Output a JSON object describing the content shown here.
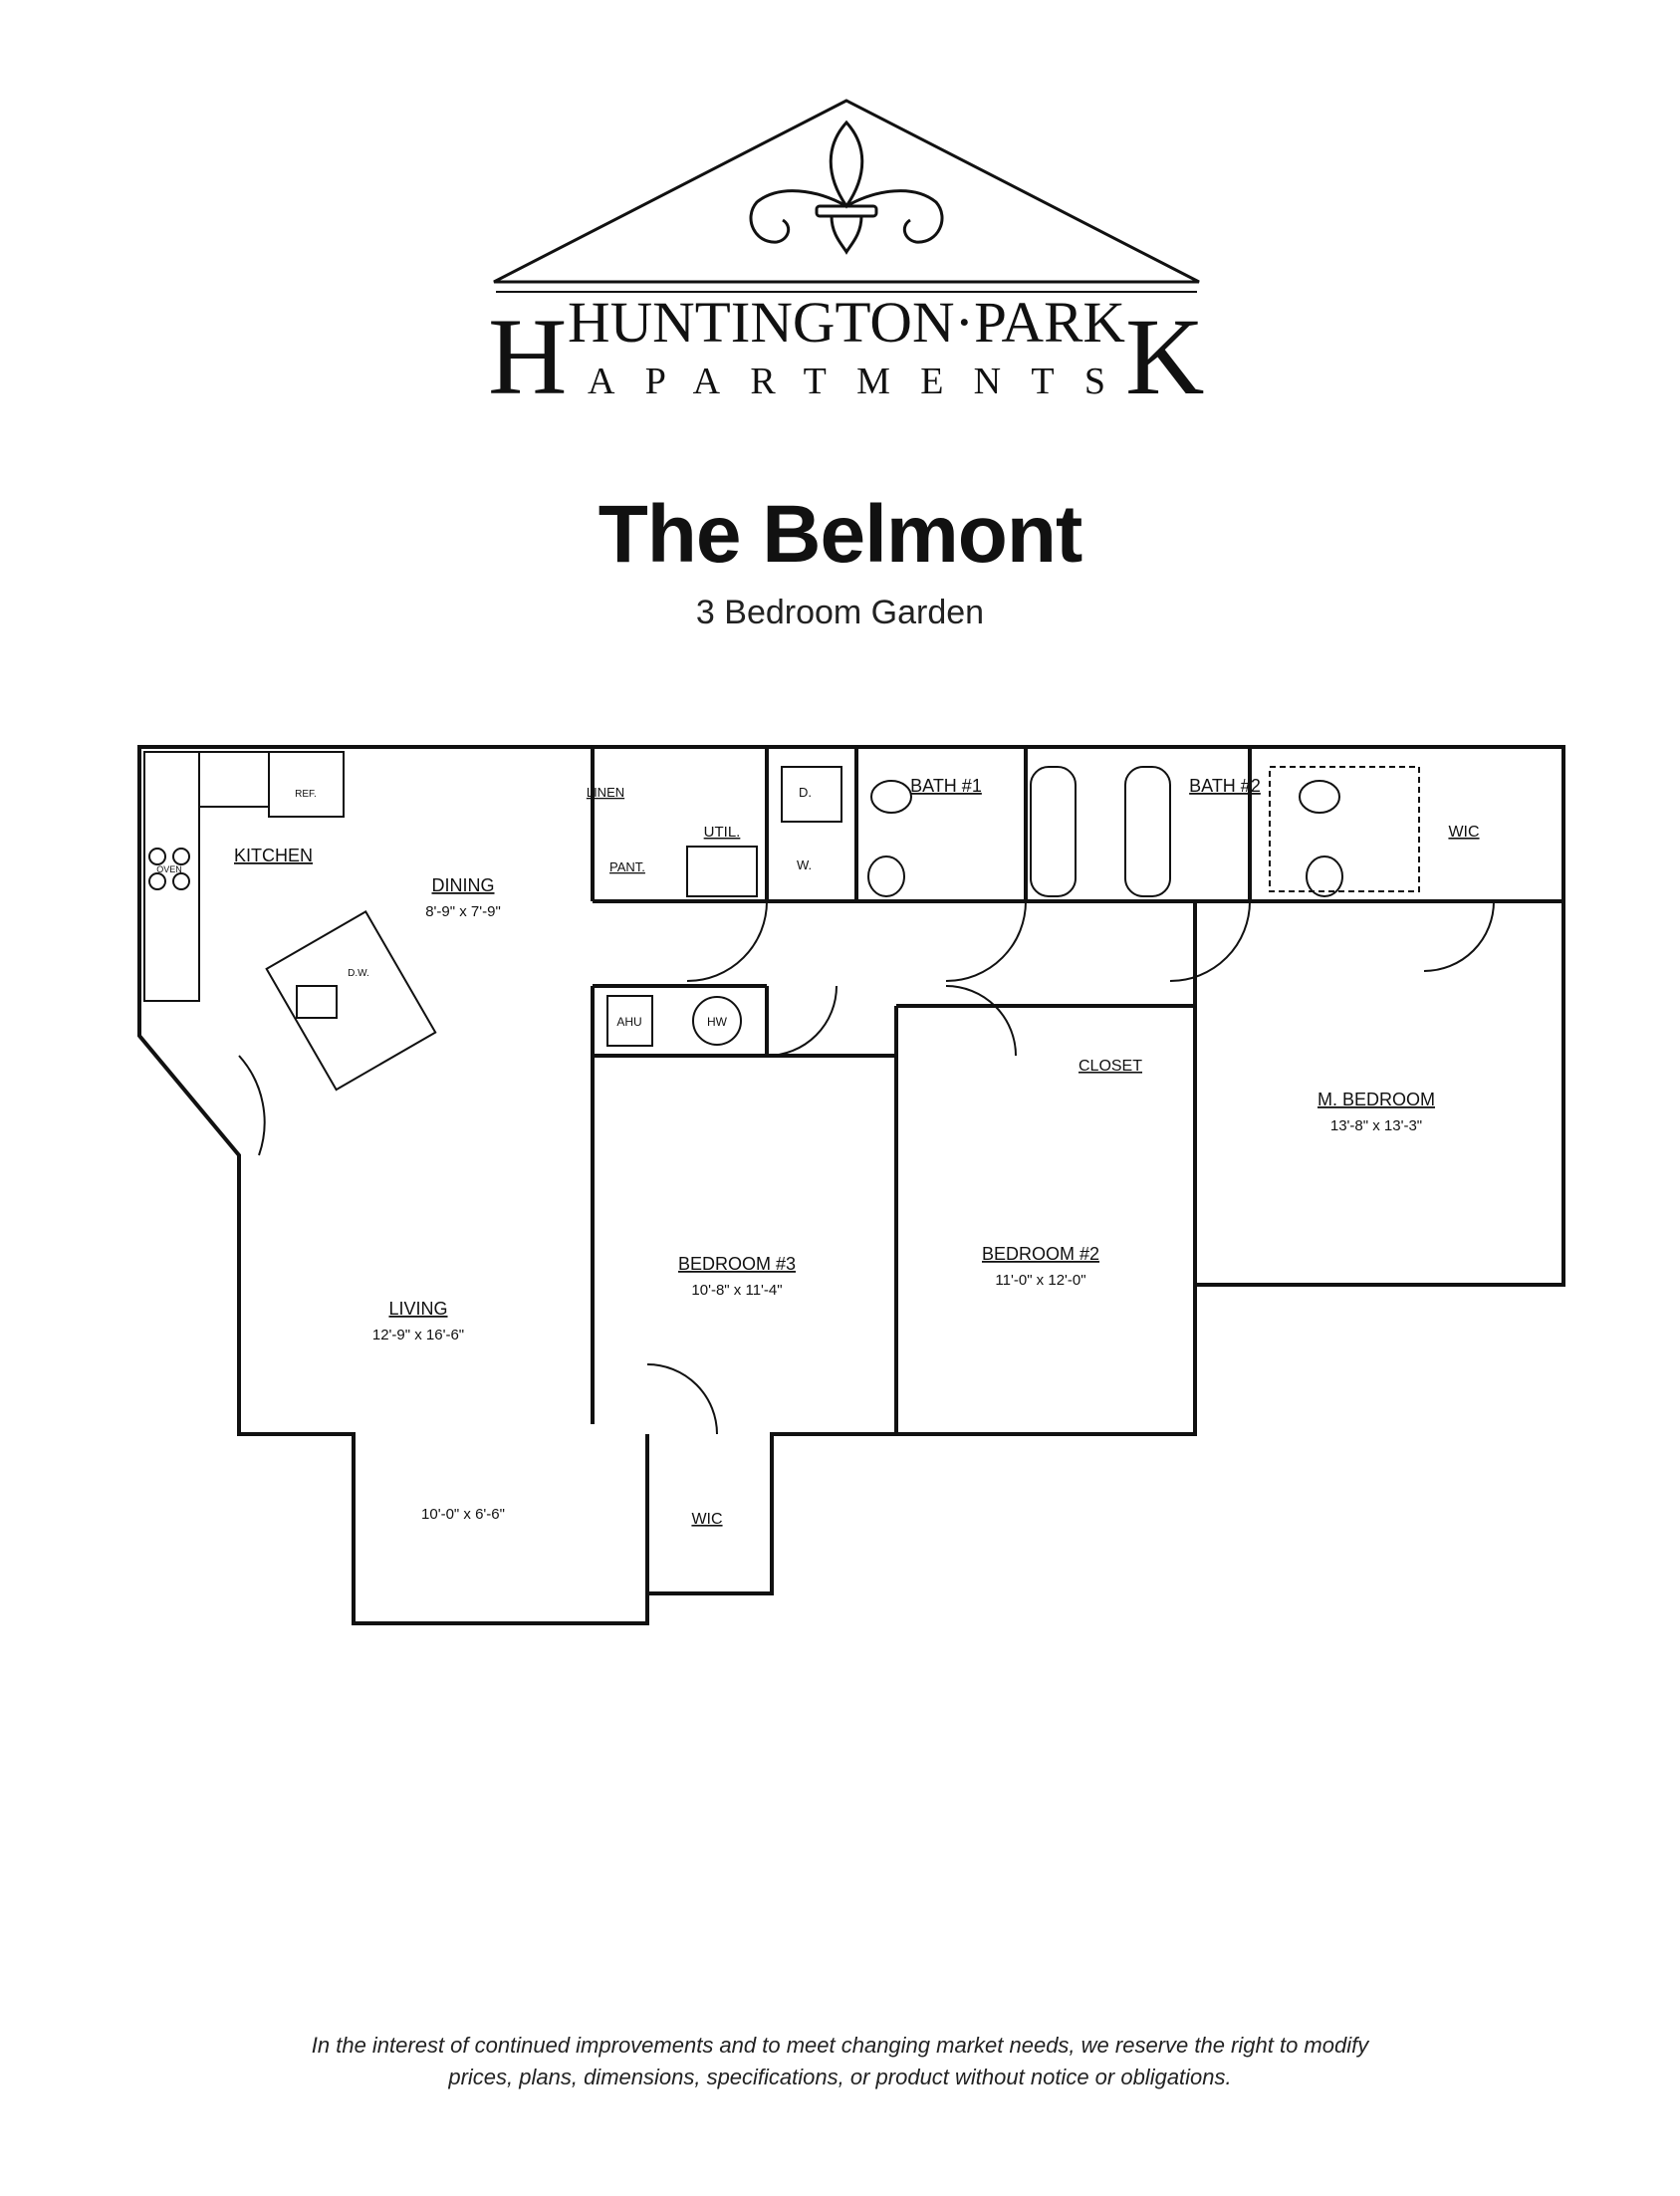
{
  "logo": {
    "brand_name": "HUNTINGTON·PARK",
    "brand_sub": "APARTMENTS",
    "icon": "fleur-de-lis-icon"
  },
  "title": "The Belmont",
  "subtitle": "3 Bedroom Garden",
  "floorplan": {
    "rooms": {
      "kitchen": "KITCHEN",
      "dining": "DINING",
      "dining_dim": "8'-9\" x 7'-9\"",
      "living": "LIVING",
      "living_dim": "12'-9\" x 16'-6\"",
      "nook_dim": "10'-0\" x 6'-6\"",
      "bedroom3": "BEDROOM #3",
      "bedroom3_dim": "10'-8\" x 11'-4\"",
      "bedroom2": "BEDROOM #2",
      "bedroom2_dim": "11'-0\" x 12'-0\"",
      "master": "M. BEDROOM",
      "master_dim": "13'-8\" x 13'-3\"",
      "bath1": "BATH #1",
      "bath2": "BATH #2",
      "wic_master": "WIC",
      "wic_bed3": "WIC",
      "closet": "CLOSET",
      "linen": "LINEN",
      "pantry": "PANT.",
      "util": "UTIL.",
      "dryer": "D.",
      "washer": "W.",
      "ahu": "AHU",
      "hw": "HW",
      "ref": "REF.",
      "oven": "OVEN",
      "dw": "D.W."
    }
  },
  "disclaimer": {
    "line1": "In the interest of continued improvements and to meet changing market needs, we reserve the right to modify",
    "line2": "prices, plans, dimensions, specifications, or product without notice or obligations."
  }
}
